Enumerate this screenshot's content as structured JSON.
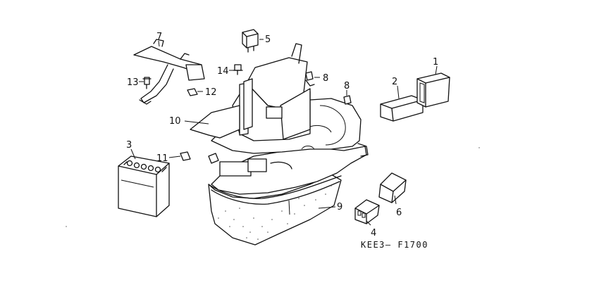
{
  "diagram_code": "KEE3— F1700",
  "callouts": [
    {
      "id": "p1",
      "label": "1"
    },
    {
      "id": "p2",
      "label": "2"
    },
    {
      "id": "p3",
      "label": "3"
    },
    {
      "id": "p4",
      "label": "4"
    },
    {
      "id": "p5",
      "label": "5"
    },
    {
      "id": "p6",
      "label": "6"
    },
    {
      "id": "p7",
      "label": "7"
    },
    {
      "id": "p8a",
      "label": "8"
    },
    {
      "id": "p8b",
      "label": "8"
    },
    {
      "id": "p9",
      "label": "9"
    },
    {
      "id": "p10",
      "label": "10"
    },
    {
      "id": "p11",
      "label": "11"
    },
    {
      "id": "p12",
      "label": "12"
    },
    {
      "id": "p13",
      "label": "13"
    },
    {
      "id": "p14",
      "label": "14"
    }
  ]
}
